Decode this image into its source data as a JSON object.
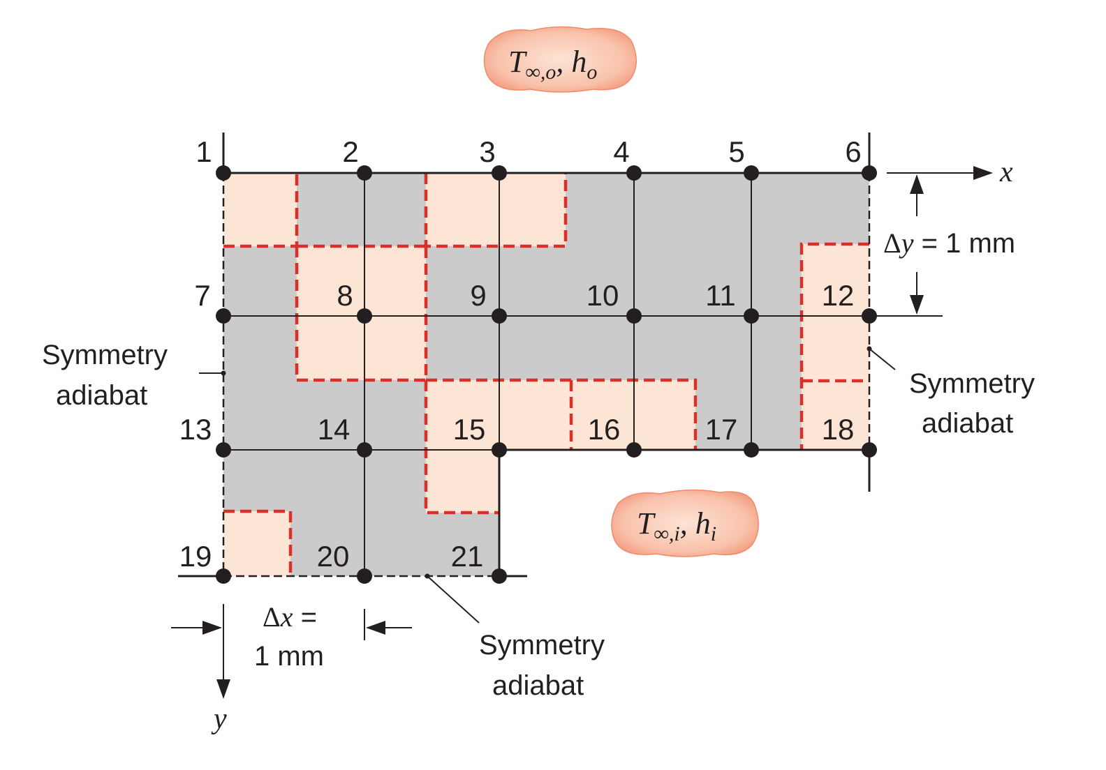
{
  "nodes": [
    "1",
    "2",
    "3",
    "4",
    "5",
    "6",
    "7",
    "8",
    "9",
    "10",
    "11",
    "12",
    "13",
    "14",
    "15",
    "16",
    "17",
    "18",
    "19",
    "20",
    "21"
  ],
  "outer_fluid": {
    "text": "T",
    "sub": "∞,o",
    "sep": ", ",
    "h": "h",
    "hsub": "o"
  },
  "inner_fluid": {
    "text": "T",
    "sub": "∞,i",
    "sep": ", ",
    "h": "h",
    "hsub": "i"
  },
  "x_axis": "x",
  "y_axis": "y",
  "delta_y": {
    "sym": "Δ",
    "var": "y",
    "rest": " = 1 mm"
  },
  "delta_x": {
    "sym": "Δ",
    "var": "x",
    "eq": " =",
    "value": "1 mm"
  },
  "symmetry_left": [
    "Symmetry",
    "adiabat"
  ],
  "symmetry_right": [
    "Symmetry",
    "adiabat"
  ],
  "symmetry_bottom": [
    "Symmetry",
    "adiabat"
  ],
  "colors": {
    "solid": "#cbcbcb",
    "control_volume": "#fde5d6",
    "cv_border": "#d9302a",
    "fluid_blob": "#f5a589"
  }
}
